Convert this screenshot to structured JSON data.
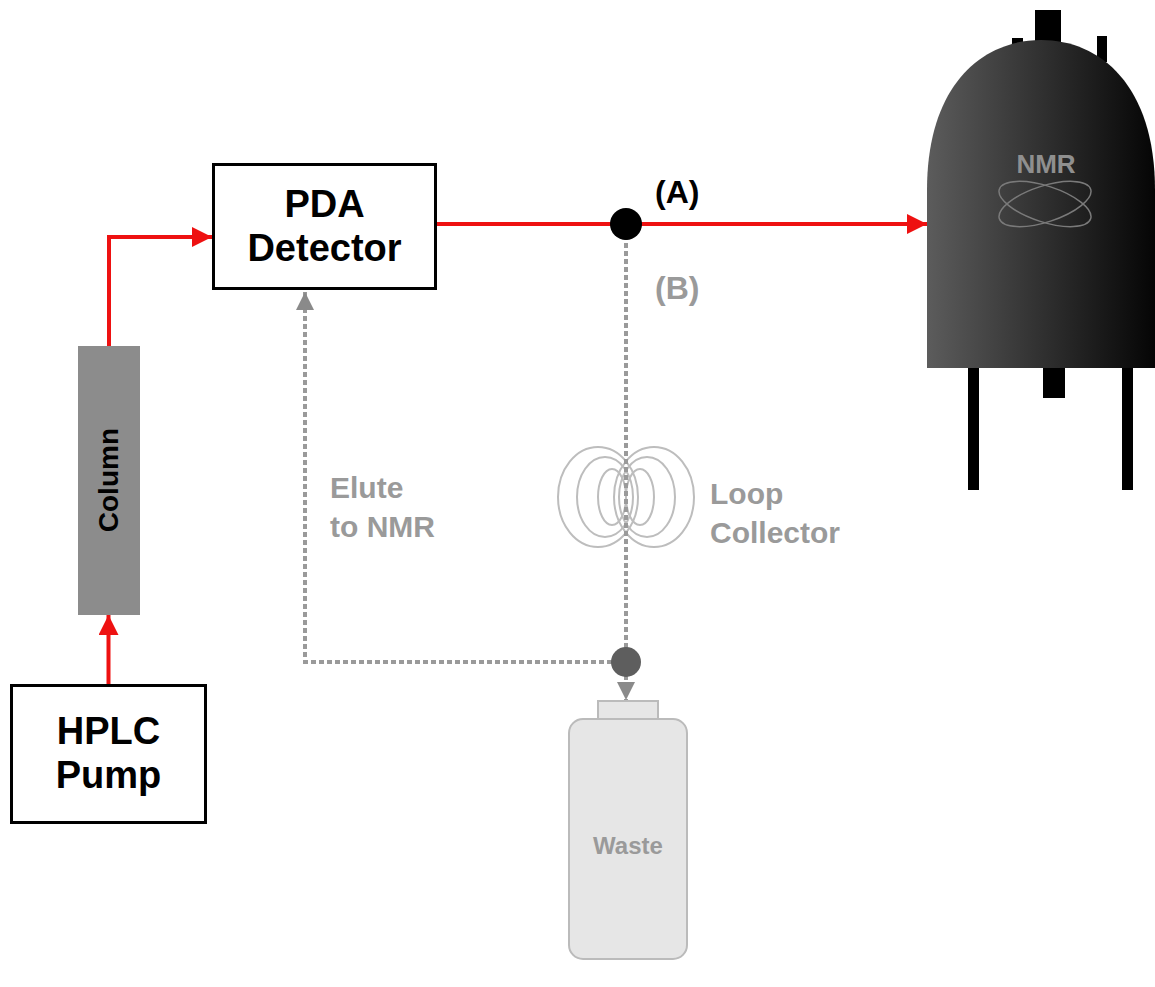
{
  "diagram": {
    "nodes": [
      {
        "text": [
          "HPLC Pump"
        ]
      },
      {
        "text": [
          "Column"
        ]
      },
      {
        "text": [
          "PDA Detector"
        ]
      },
      {
        "text": [
          "NMR"
        ]
      },
      {
        "text": [
          "Waste"
        ]
      }
    ],
    "edges": [
      {
        "from": 0,
        "to": 1,
        "arrow": "to"
      },
      {
        "from": 1,
        "to": 2,
        "arrow": "to"
      },
      {
        "from": 2,
        "to": 3,
        "arrow": "to"
      },
      {
        "from": 2,
        "to": 4,
        "arrow": "to"
      }
    ],
    "labels": [
      "(A)",
      "(B)",
      "Elute to NMR",
      "Loop Collector"
    ]
  }
}
